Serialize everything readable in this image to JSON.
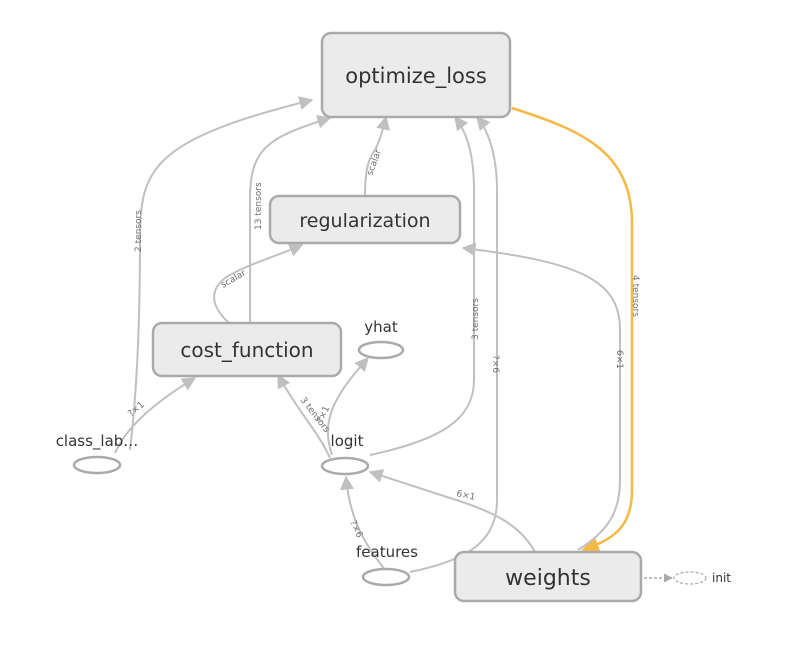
{
  "nodes": {
    "optimize_loss": "optimize_loss",
    "regularization": "regularization",
    "cost_function": "cost_function",
    "weights": "weights",
    "yhat": "yhat",
    "class_labels": "class_lab…",
    "logit": "logit",
    "features": "features",
    "init": "init"
  },
  "edge_labels": {
    "class_to_opt": "2 tensors",
    "cost_to_opt": "13 tensors",
    "reg_to_opt": "scalar",
    "logit_to_opt": "3 tensors",
    "features_to_opt": "?×6",
    "weights_to_opt": "4 tensors",
    "weights_to_reg": "6×1",
    "cost_to_reg": "scalar",
    "class_to_cost": "?×1",
    "logit_to_cost": "3 tensors",
    "logit_to_yhat": "?×1",
    "features_to_logit": "?×6",
    "weights_to_logit": "6×1"
  },
  "colors": {
    "node_fill": "#ebebeb",
    "node_stroke": "#aaaaaa",
    "edge": "#c0c0c0",
    "highlight_edge": "#f5b944"
  }
}
